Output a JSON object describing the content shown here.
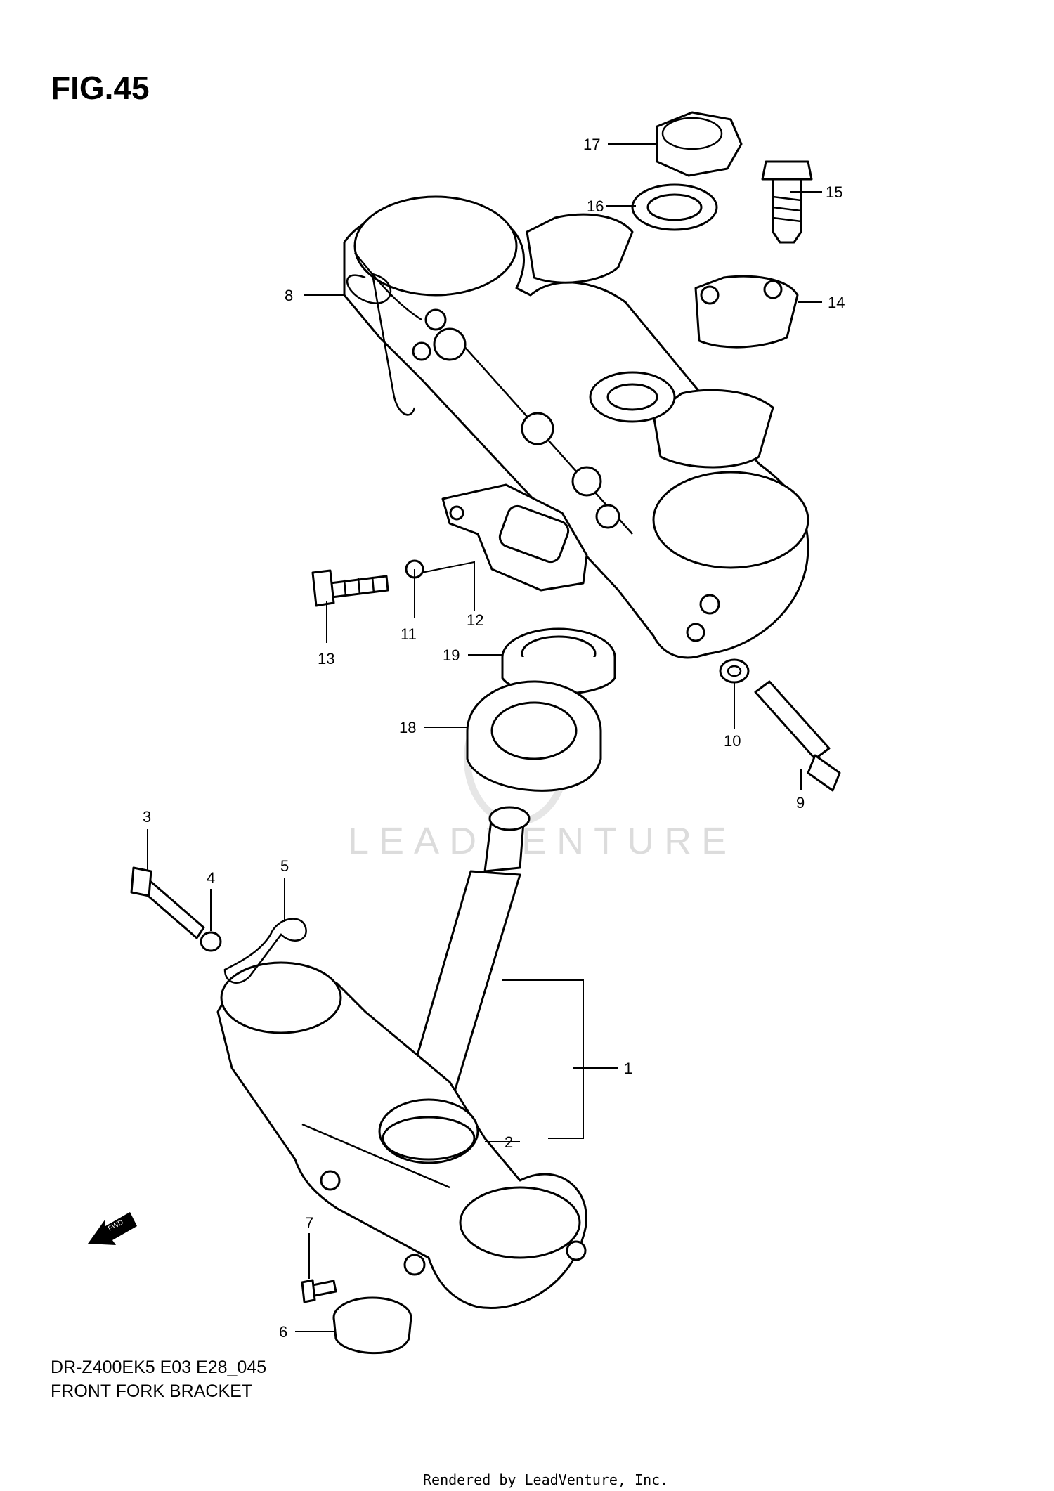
{
  "header": {
    "title": "FIG.45"
  },
  "watermark": {
    "text": "LEADVENTURE"
  },
  "fwd_label": "FWD",
  "callouts": {
    "c1": "1",
    "c2": "2",
    "c3": "3",
    "c4": "4",
    "c5": "5",
    "c6": "6",
    "c7": "7",
    "c8": "8",
    "c9": "9",
    "c10": "10",
    "c11": "11",
    "c12": "12",
    "c13": "13",
    "c14": "14",
    "c15": "15",
    "c16": "16",
    "c17": "17",
    "c18": "18",
    "c19": "19"
  },
  "footer": {
    "model_code": "DR-Z400EK5 E03 E28_045",
    "caption": "FRONT FORK BRACKET",
    "rendered_by": "Rendered by LeadVenture, Inc."
  }
}
